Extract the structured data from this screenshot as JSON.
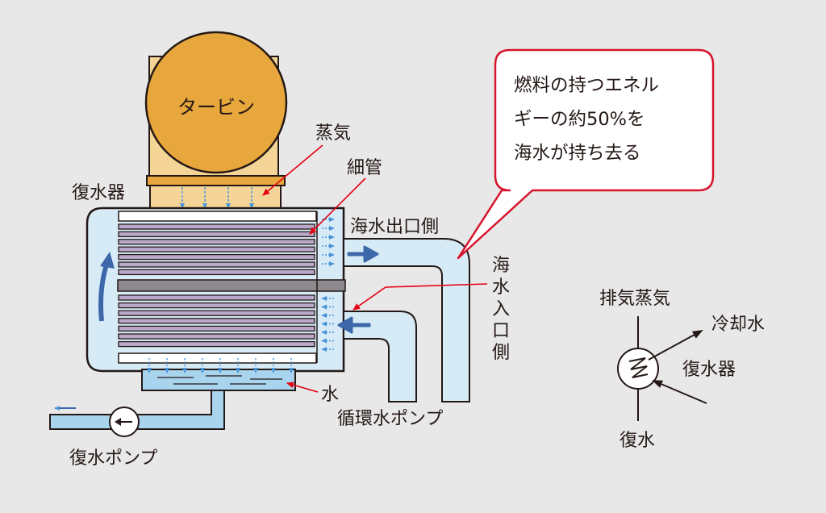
{
  "labels": {
    "turbine": "タービン",
    "steam": "蒸気",
    "tubes": "細管",
    "condenser": "復水器",
    "seawater_outlet": "海水出口側",
    "seawater_inlet": [
      "海",
      "水",
      "入",
      "口",
      "側"
    ],
    "water": "水",
    "circulating_pump": "循環水ポンプ",
    "condensate_pump": "復水ポンプ"
  },
  "callout": {
    "lines": [
      "燃料の持つエネル",
      "ギーの約50%を",
      "海水が持ち去る"
    ]
  },
  "symbol": {
    "exhaust_steam": "排気蒸気",
    "cooling_water": "冷却水",
    "condenser": "復水器",
    "condensate": "復水"
  },
  "colors": {
    "background": "#e8e8e8",
    "turbine_fill": "#e8a73c",
    "turbine_casing": "#f5d597",
    "shell_fill": "#d7ebf7",
    "tube_fill": "#b9a8c8",
    "divider_fill": "#8c8a8e",
    "water_fill": "#a9d4ee",
    "flow_arrow": "#3c67a8",
    "small_arrow": "#4a94d8",
    "leader_red": "#e60012",
    "callout_border": "#d7142b",
    "outline": "#231815"
  }
}
